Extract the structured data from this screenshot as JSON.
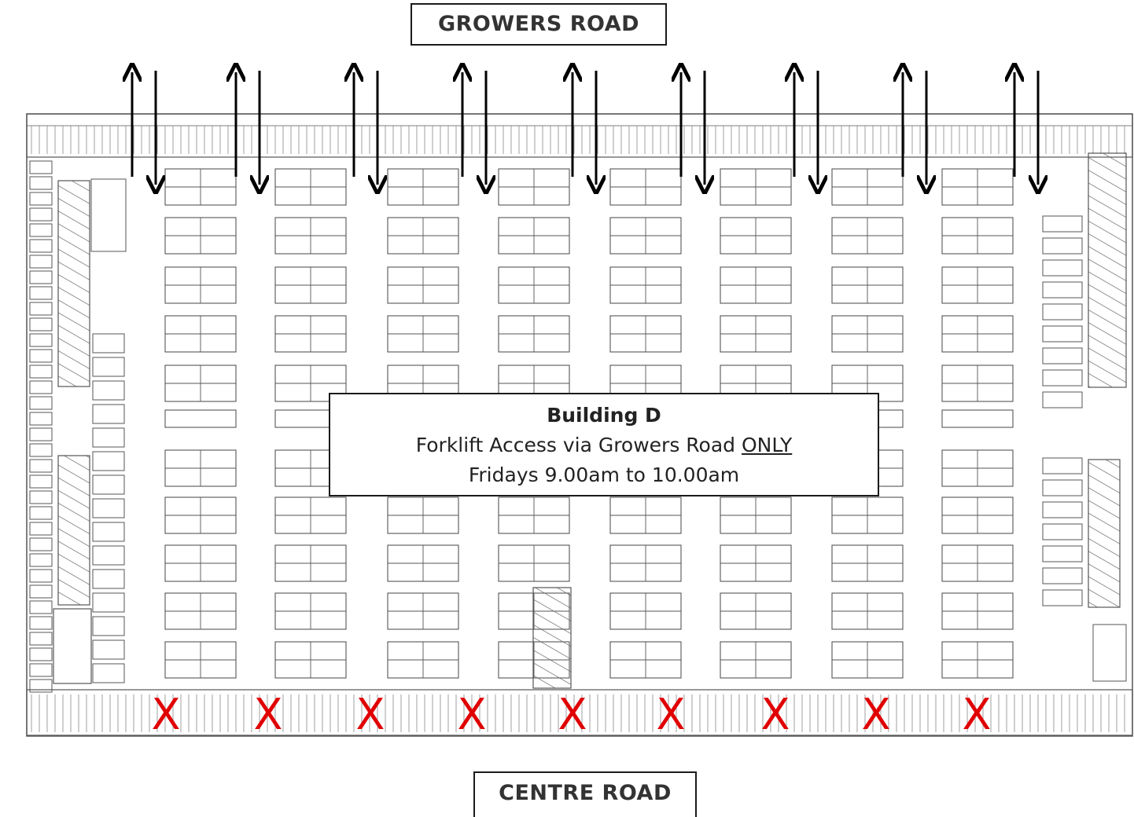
{
  "roads": {
    "top": "GROWERS ROAD",
    "bottom": "CENTRE ROAD"
  },
  "notice": {
    "title": "Building D",
    "access_prefix": "Forklift Access via Growers Road ",
    "access_emphasis": "ONLY",
    "hours": "Fridays 9.00am to 10.00am"
  },
  "markers": {
    "closed_symbol": "X",
    "closed_color": "#e00000",
    "closed_count": 9
  },
  "arrows": {
    "pairs": 9,
    "in_direction": "up",
    "out_direction": "down",
    "color": "#000000"
  },
  "colors": {
    "plan_line": "#555555",
    "background": "#ffffff"
  }
}
